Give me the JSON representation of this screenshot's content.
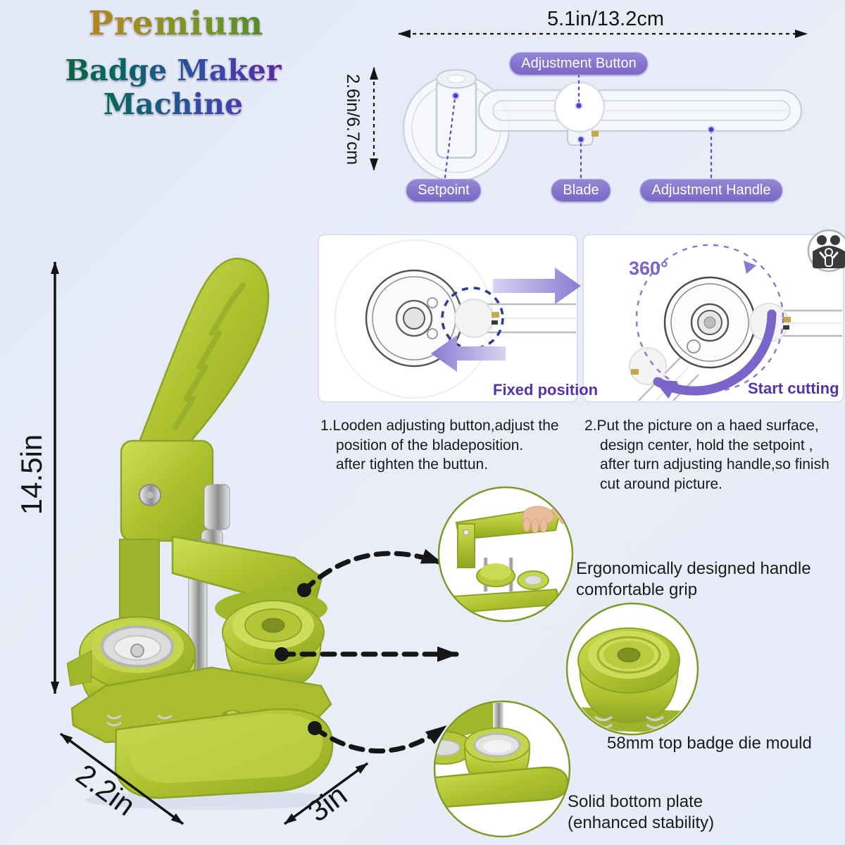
{
  "title": {
    "line1": "Premium",
    "line2": "Badge Maker Machine"
  },
  "cutter": {
    "width_label": "5.1in/13.2cm",
    "height_label": "2.6in/6.7cm",
    "labels": {
      "adjustment_button": "Adjustment Button",
      "setpoint": "Setpoint",
      "blade": "Blade",
      "adjustment_handle": "Adjustment Handle"
    }
  },
  "panels": {
    "panel1": {
      "caption": "Fixed position"
    },
    "panel2": {
      "angle": "360°",
      "caption": "Start cutting",
      "icon": "family-safety-icon"
    }
  },
  "steps": {
    "step1": "1.Looden adjusting button,adjust the\nposition of the bladeposition.\nafter tighten the buttun.",
    "step2": "2.Put the picture on a haed surface,\ndesign center, hold the setpoint ,\nafter turn adjusting handle,so finish\ncut around picture."
  },
  "machine_dimensions": {
    "height": "14.5in",
    "depth": "2.2in",
    "width": "3in"
  },
  "features": {
    "handle": "Ergonomically designed handle\ncomfortable grip",
    "die": "58mm top badge die mould",
    "plate": "Solid bottom plate\n(enhanced stability)"
  },
  "colors": {
    "background": "#e8edf8",
    "label_purple": "#8574cc",
    "caption_purple": "#5633a8",
    "arrow_purple": "#7a66c8",
    "machine_green": "#aec22f",
    "callout_ring": "#7d9a28",
    "dimension_black": "#141414"
  }
}
